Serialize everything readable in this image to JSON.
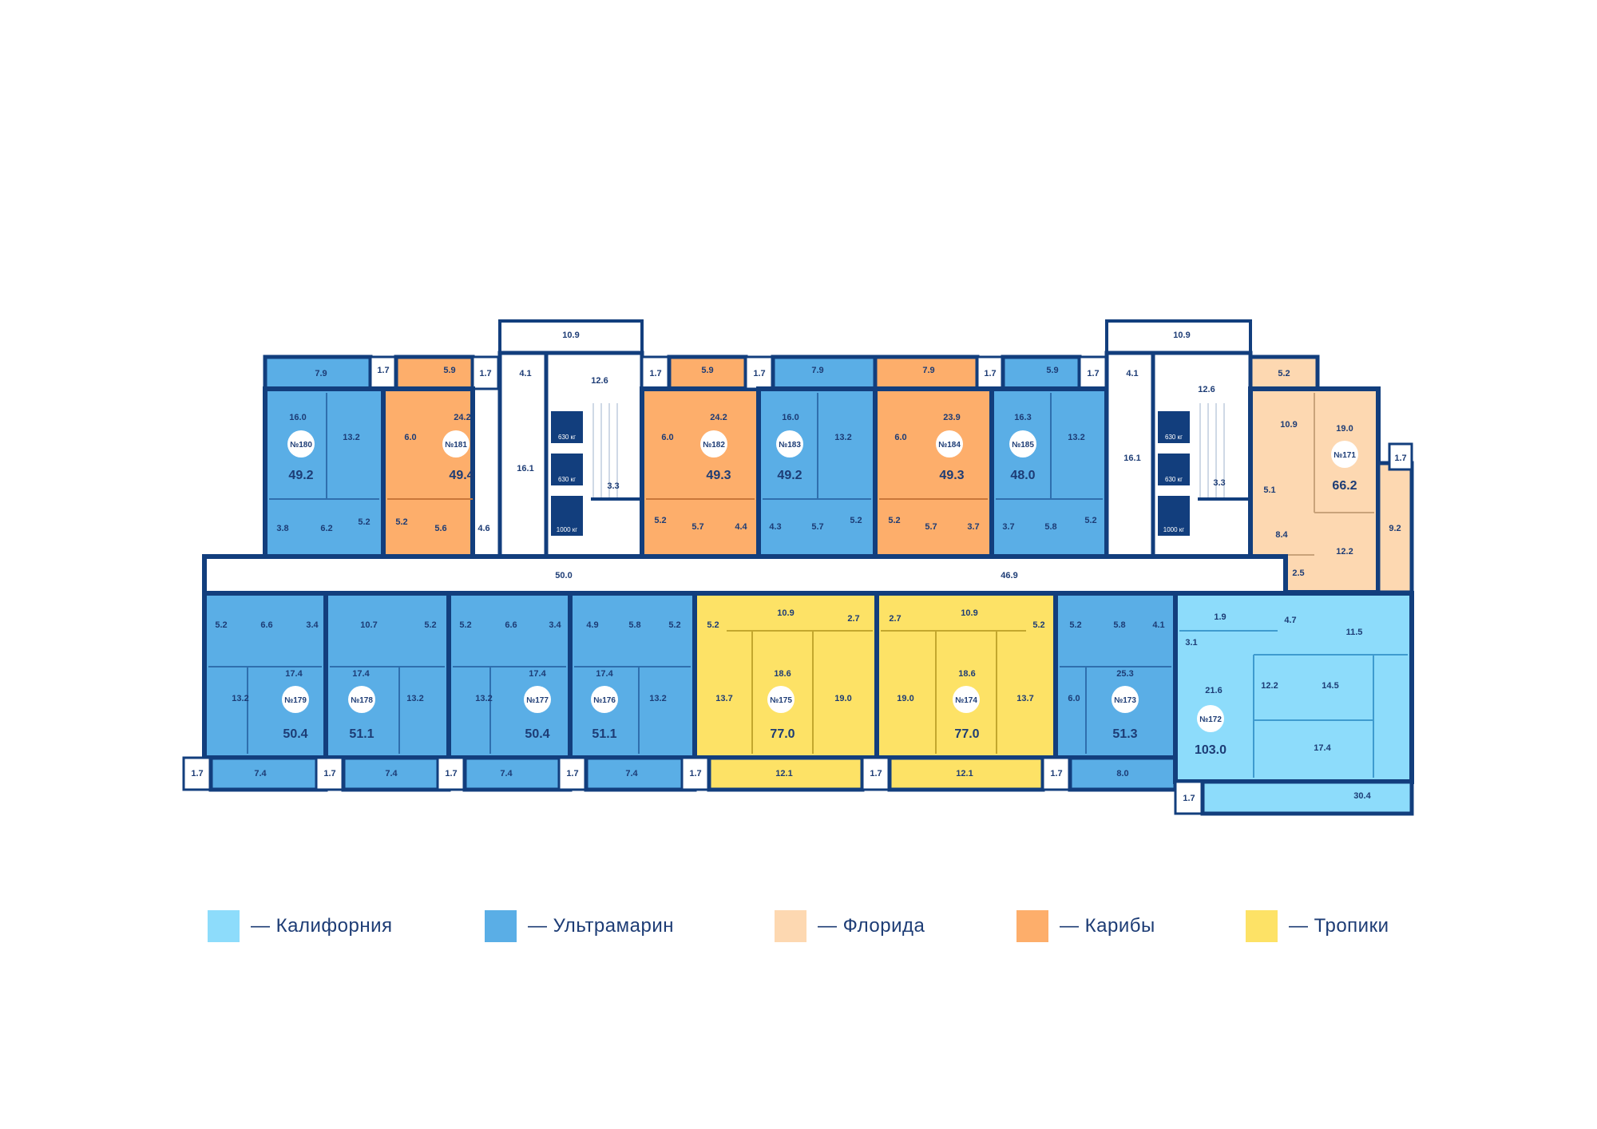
{
  "colors": {
    "wall": "#123e7d",
    "california": "#8ddcfb",
    "ultramarine": "#5aaee6",
    "florida": "#fdd8b1",
    "caribbean": "#fdae6b",
    "tropics": "#fde266",
    "corridor": "#ffffff"
  },
  "legend": [
    {
      "key": "california",
      "label": "— Калифорния"
    },
    {
      "key": "ultramarine",
      "label": "— Ультрамарин"
    },
    {
      "key": "florida",
      "label": "— Флорида"
    },
    {
      "key": "caribbean",
      "label": "— Карибы"
    },
    {
      "key": "tropics",
      "label": "— Тропики"
    }
  ],
  "apartments": [
    {
      "id": "№180",
      "area": "49.2",
      "type": "ultramarine",
      "rooms": [
        "16.0",
        "13.2",
        "3.8",
        "6.2",
        "5.2"
      ],
      "balcony": "7.9",
      "small": "1.7"
    },
    {
      "id": "№181",
      "area": "49.4",
      "type": "caribbean",
      "rooms": [
        "24.2",
        "6.0",
        "5.2",
        "5.6",
        "4.6"
      ],
      "balcony": "5.9",
      "small": "1.7"
    },
    {
      "id": "№182",
      "area": "49.3",
      "type": "caribbean",
      "rooms": [
        "24.2",
        "6.0",
        "5.2",
        "5.7",
        "4.4"
      ],
      "balcony": "5.9",
      "small": "1.7"
    },
    {
      "id": "№183",
      "area": "49.2",
      "type": "ultramarine",
      "rooms": [
        "16.0",
        "13.2",
        "4.3",
        "5.7",
        "5.2"
      ],
      "balcony": "7.9",
      "small": "1.7"
    },
    {
      "id": "№184",
      "area": "49.3",
      "type": "caribbean",
      "rooms": [
        "23.9",
        "6.0",
        "5.2",
        "5.7",
        "3.7"
      ],
      "balcony": "7.9",
      "small": "1.7"
    },
    {
      "id": "№185",
      "area": "48.0",
      "type": "ultramarine",
      "rooms": [
        "16.3",
        "13.2",
        "3.7",
        "5.8",
        "5.2"
      ],
      "balcony": "5.9",
      "small": "1.7"
    },
    {
      "id": "№171",
      "area": "66.2",
      "type": "florida",
      "rooms": [
        "10.9",
        "19.0",
        "5.1",
        "8.4",
        "12.2",
        "2.5",
        "9.2"
      ],
      "balcony": "5.2",
      "small": "1.7"
    },
    {
      "id": "№179",
      "area": "50.4",
      "type": "ultramarine",
      "rooms": [
        "5.2",
        "6.6",
        "3.4",
        "17.4",
        "13.2"
      ],
      "balcony": "7.4",
      "small": "1.7"
    },
    {
      "id": "№178",
      "area": "51.1",
      "type": "ultramarine",
      "rooms": [
        "10.7",
        "5.2",
        "17.4",
        "13.2"
      ],
      "balcony": "7.4",
      "small": "1.7"
    },
    {
      "id": "№177",
      "area": "50.4",
      "type": "ultramarine",
      "rooms": [
        "5.2",
        "6.6",
        "3.4",
        "17.4",
        "13.2"
      ],
      "balcony": "7.4",
      "small": "1.7"
    },
    {
      "id": "№176",
      "area": "51.1",
      "type": "ultramarine",
      "rooms": [
        "4.9",
        "5.8",
        "5.2",
        "17.4",
        "13.2"
      ],
      "balcony": "7.4",
      "small": "1.7"
    },
    {
      "id": "№175",
      "area": "77.0",
      "type": "tropics",
      "rooms": [
        "5.2",
        "10.9",
        "2.7",
        "18.6",
        "13.7",
        "19.0"
      ],
      "balcony": "12.1",
      "small": "1.7"
    },
    {
      "id": "№174",
      "area": "77.0",
      "type": "tropics",
      "rooms": [
        "2.7",
        "10.9",
        "5.2",
        "18.6",
        "19.0",
        "13.7"
      ],
      "balcony": "12.1",
      "small": "1.7"
    },
    {
      "id": "№173",
      "area": "51.3",
      "type": "ultramarine",
      "rooms": [
        "5.2",
        "5.8",
        "4.1",
        "25.3",
        "6.0"
      ],
      "balcony": "8.0",
      "small": "1.7"
    },
    {
      "id": "№172",
      "area": "103.0",
      "type": "california",
      "rooms": [
        "1.9",
        "4.7",
        "11.5",
        "3.1",
        "12.2",
        "14.5",
        "21.6",
        "17.4"
      ],
      "balcony": "30.4",
      "small": "1.7"
    }
  ],
  "common": {
    "corridor_left": "50.0",
    "corridor_right": "46.9",
    "stair_top_left": "10.9",
    "stair_top_right": "10.9",
    "hall_left": "12.6",
    "hall_right": "12.6",
    "vestibule_left": "4.1",
    "vestibule_right": "4.1",
    "lift_hall_left": "16.1",
    "lift_hall_right": "16.1",
    "stairs_left": "3.3",
    "stairs_right": "3.3",
    "lifts": [
      "630 кг",
      "630 кг",
      "1000 кг"
    ]
  }
}
